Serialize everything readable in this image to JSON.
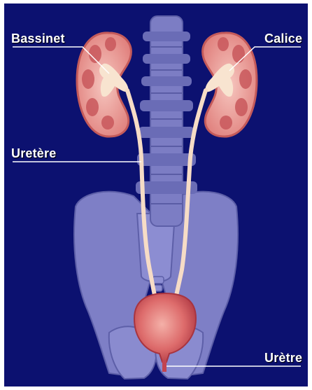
{
  "labels": {
    "bassinet": "Bassinet",
    "calice": "Calice",
    "uretere": "Uretère",
    "uretre": "Urètre"
  },
  "colors": {
    "background": "#0c1170",
    "bone": "#7e7fc6",
    "kidney": "#e08a86",
    "bladder": "#d8585a",
    "ureter": "#f6dcc6",
    "label_text": "#ffffff"
  }
}
